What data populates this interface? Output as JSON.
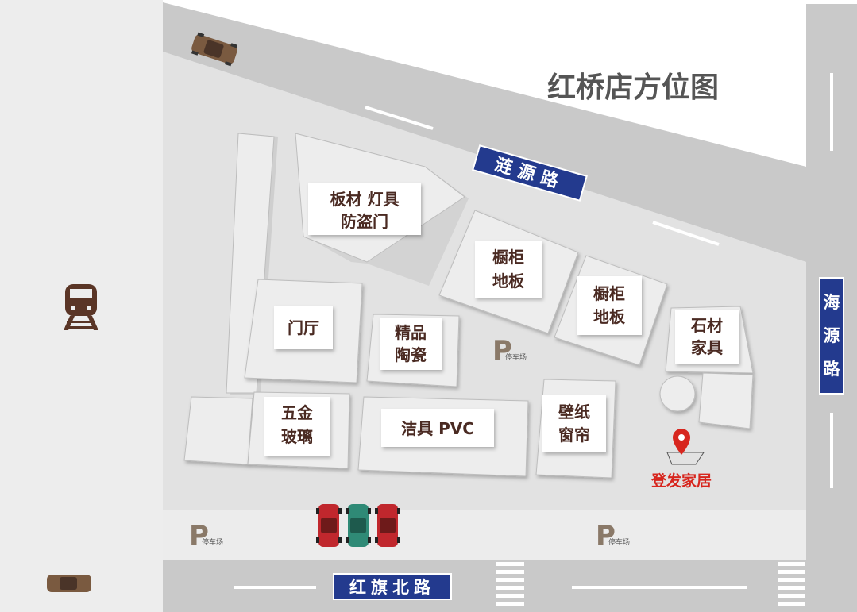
{
  "title": "红桥店方位图",
  "roads": {
    "lianyuan": "涟源路",
    "haiyuan": [
      "海",
      "源",
      "路"
    ],
    "hongqi_north": "红旗北路"
  },
  "blocks": {
    "bancai": [
      "板材 灯具",
      "防盗门"
    ],
    "chugui_1": [
      "橱柜",
      "地板"
    ],
    "chugui_2": [
      "橱柜",
      "地板"
    ],
    "shicai": [
      "石材",
      "家具"
    ],
    "menting": [
      "门厅"
    ],
    "taoci": [
      "精品",
      "陶瓷"
    ],
    "wujin": [
      "五金",
      "玻璃"
    ],
    "jieju": [
      "洁具 PVC"
    ],
    "bizhi": [
      "壁纸",
      "窗帘"
    ]
  },
  "parking": {
    "symbol": "P",
    "label": "停车场"
  },
  "store_marker": "登发家居",
  "colors": {
    "road": "#c8c8c8",
    "lot": "#e2e2e2",
    "building_top": "#e9e9e9",
    "sign_bg": "#233a8e",
    "label_text": "#4a2a22",
    "marker": "#d7261e",
    "parking": "#8a7968"
  },
  "icons": [
    "train-icon",
    "location-pin-icon",
    "car-icon"
  ]
}
